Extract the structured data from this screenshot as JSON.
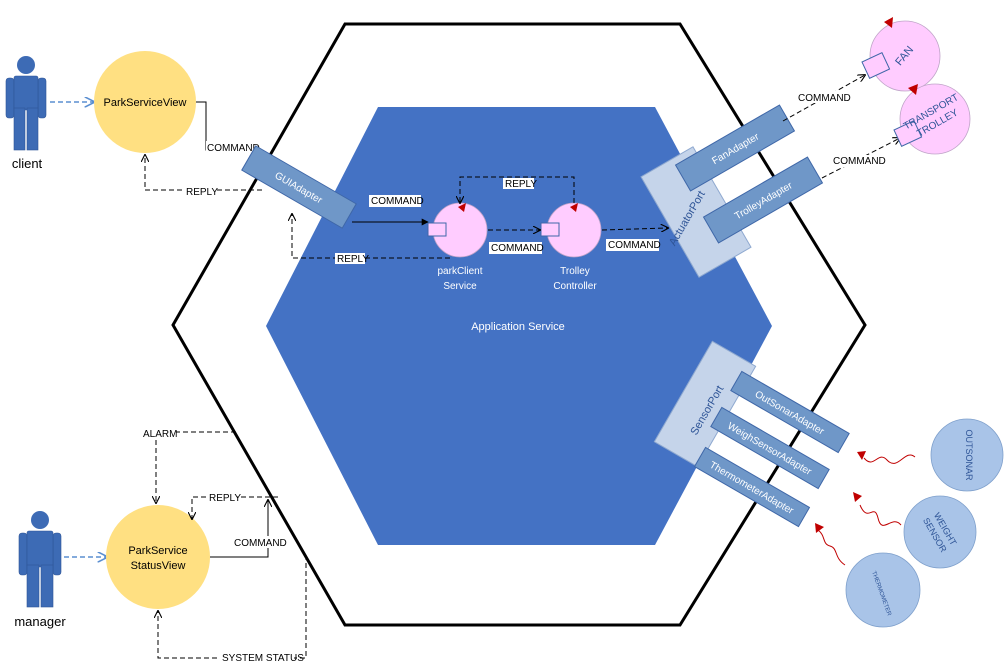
{
  "diagram": {
    "core_label": "Application Service",
    "actors": {
      "client": "client",
      "manager": "manager"
    },
    "views": {
      "park_service_view": "ParkServiceView",
      "status_view_line1": "ParkService",
      "status_view_line2": "StatusView"
    },
    "adapters": {
      "gui": "GUIAdapter",
      "fan": "FanAdapter",
      "trolley": "TrolleyAdapter",
      "outsonar": "OutSonarAdapter",
      "weigh": "WeighSensorAdapter",
      "thermometer": "ThermometerAdapter"
    },
    "ports": {
      "actuator": "ActuatorPort",
      "sensor": "SensorPort"
    },
    "services": {
      "park_client_line1": "parkClient",
      "park_client_line2": "Service",
      "trolley_ctrl_line1": "Trolley",
      "trolley_ctrl_line2": "Controller"
    },
    "devices": {
      "fan": "FAN",
      "transport_line1": "TRANSPORT",
      "transport_line2": "TROLLEY",
      "outsonar": "OUTSONAR",
      "weight_line1": "WEIGHT",
      "weight_line2": "SENSOR",
      "thermometer": "THERMOMETER"
    },
    "messages": {
      "command": "COMMAND",
      "reply": "REPLY",
      "alarm": "ALARM",
      "system_status": "SYSTEM STATUS"
    },
    "colors": {
      "core_blue": "#4472c4",
      "view_yellow": "#ffe082",
      "actor_blue": "#3d6bb5",
      "port_blue": "#c5d4ea",
      "adapter_blue": "#6f97c8",
      "service_pink": "#ffccff",
      "device_blue": "#a9c4e8",
      "device_pink": "#ffccff",
      "marker_red": "#c00000",
      "sensor_wave_red": "#c00000"
    }
  }
}
